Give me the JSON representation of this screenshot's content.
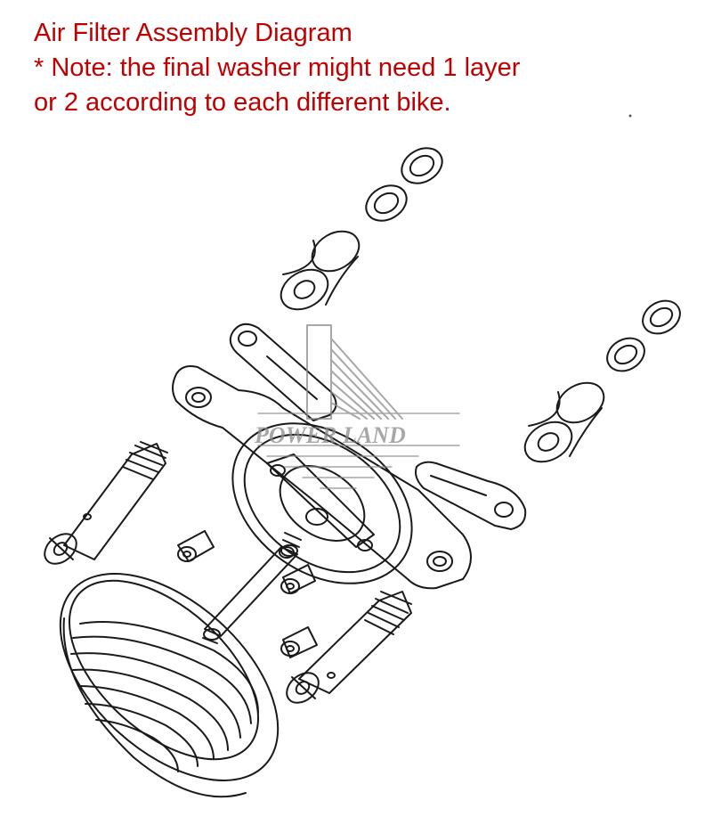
{
  "caption": {
    "title": "Air Filter Assembly Diagram",
    "note_line1": "* Note: the final washer might need 1 layer",
    "note_line2": "or 2 according to each different bike."
  },
  "watermark": {
    "brand": "POWER LAND"
  },
  "colors": {
    "caption_text": "#c00000",
    "line_art": "#1a1a1a",
    "watermark": "#8a8a8a",
    "background": "#ffffff"
  }
}
